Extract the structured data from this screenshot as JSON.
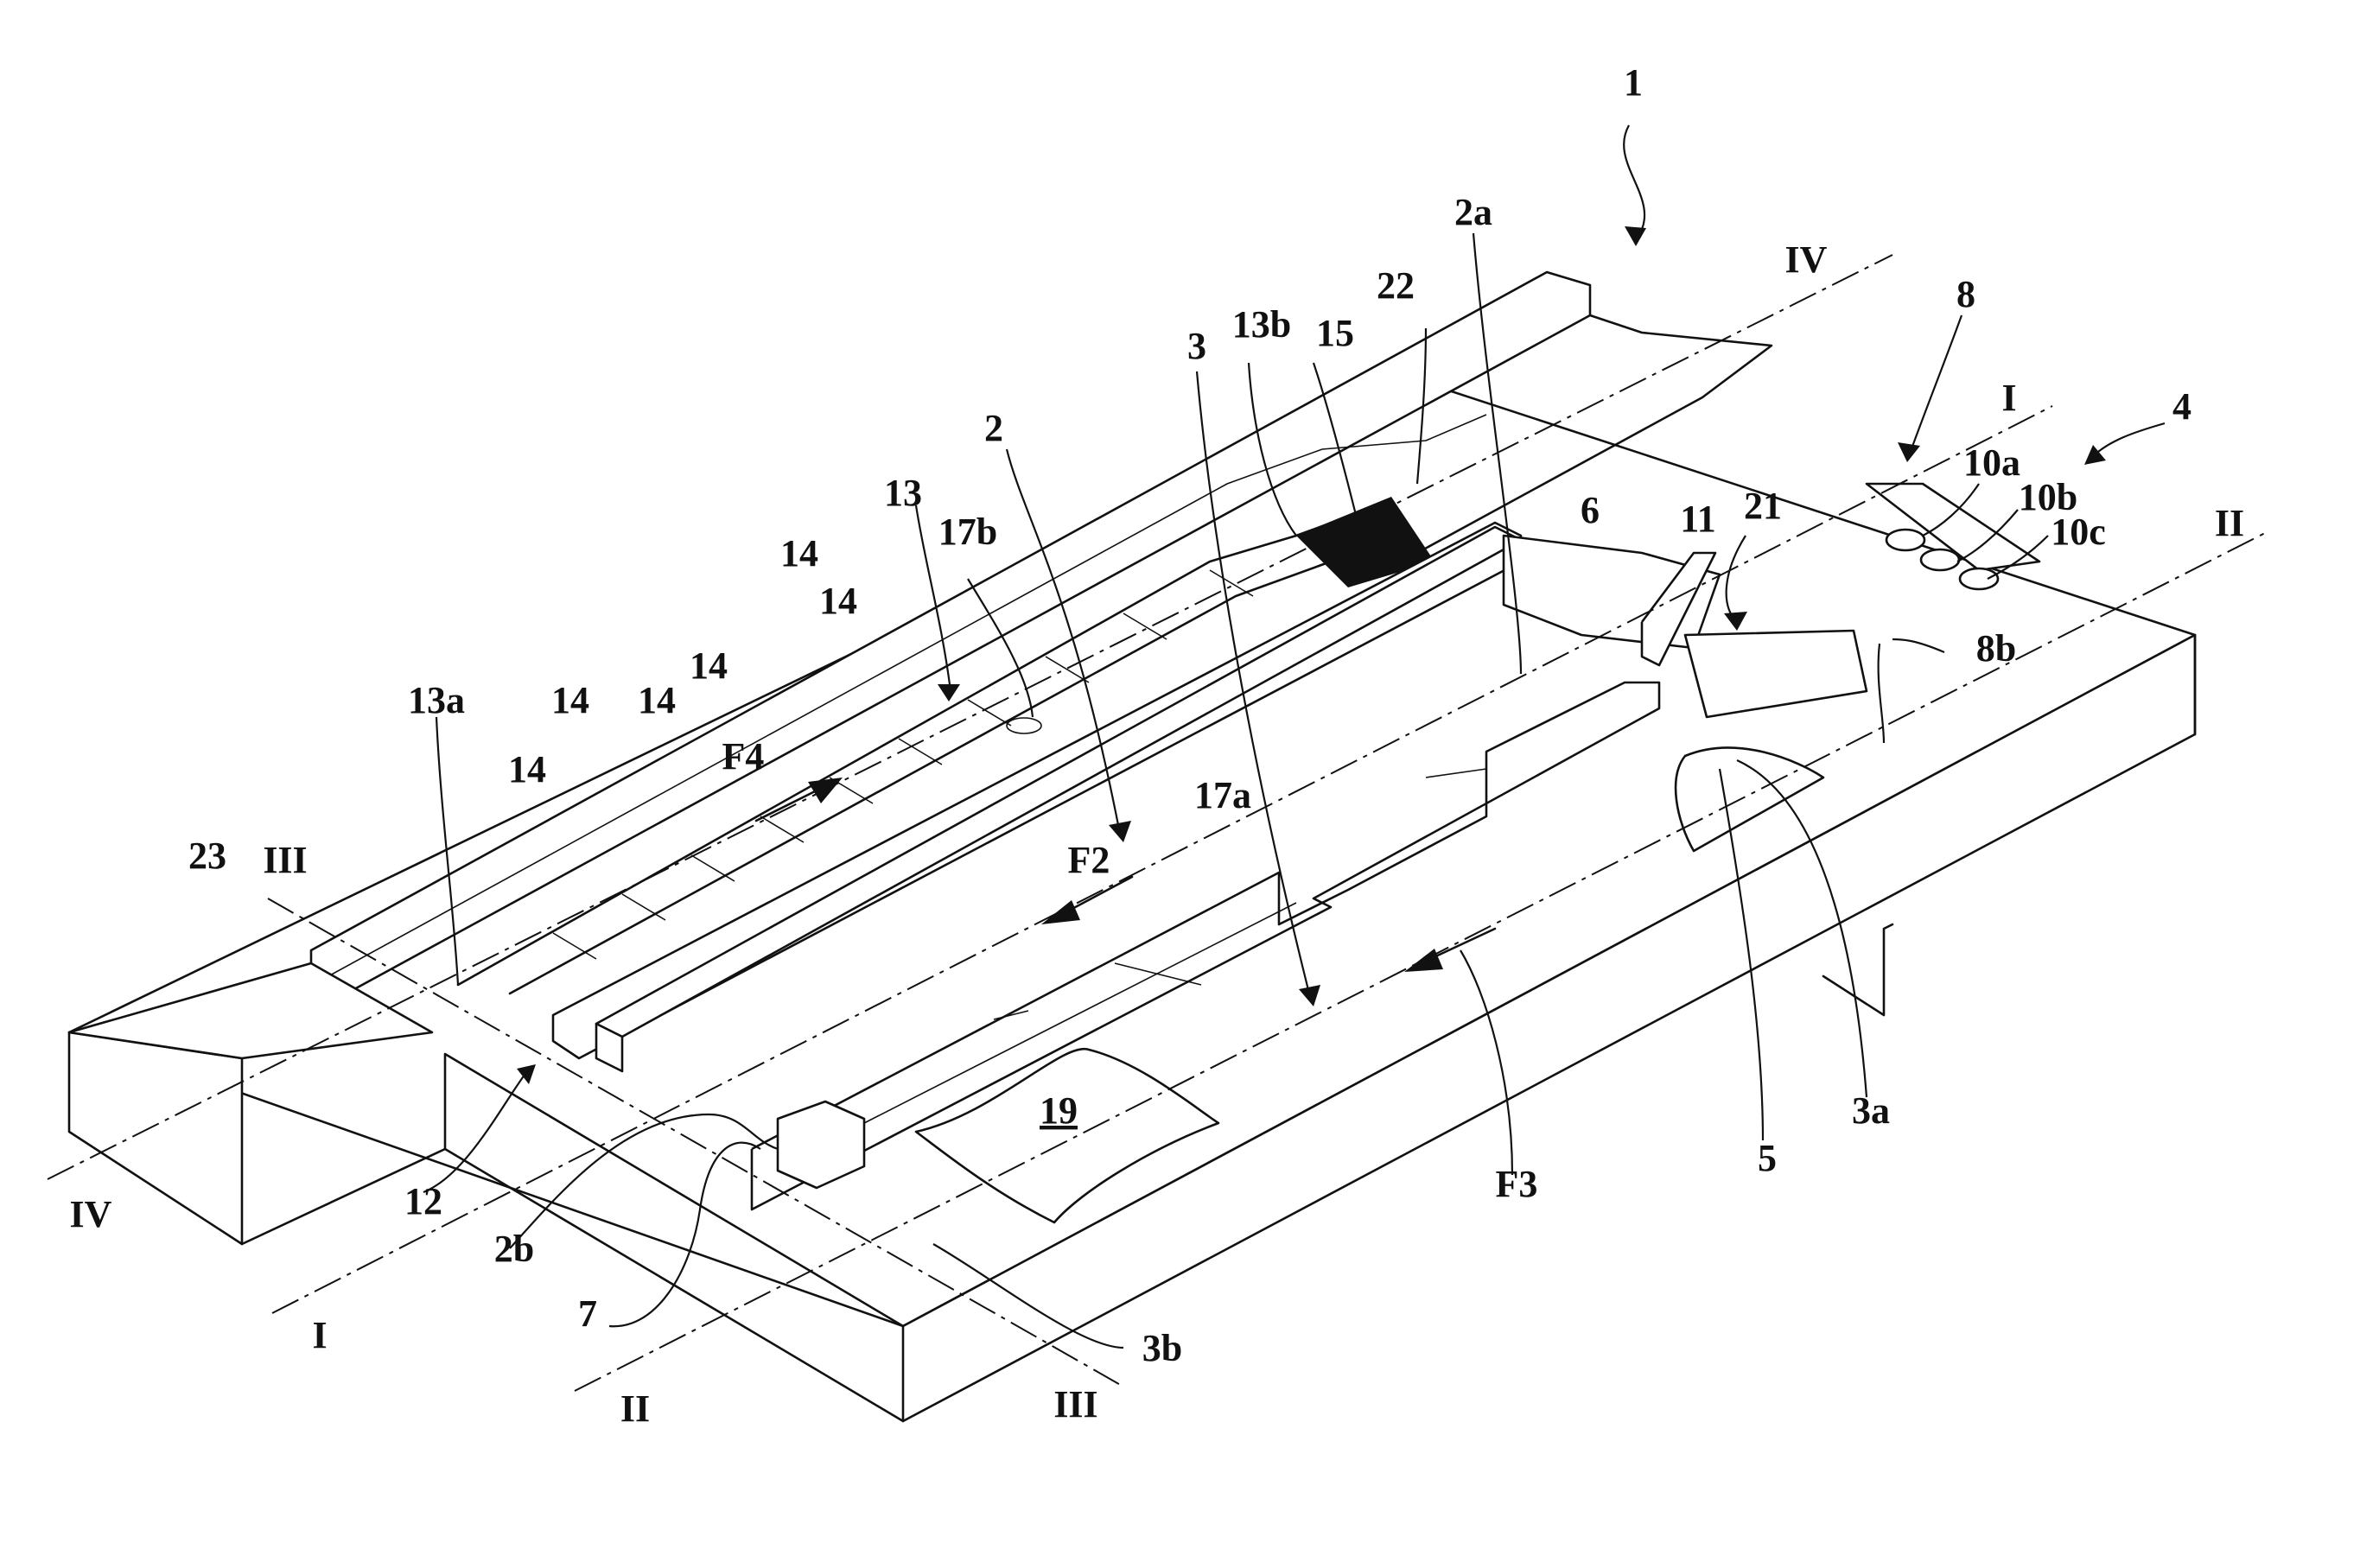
{
  "figure": {
    "labels": {
      "l1": "1",
      "l2": "2",
      "l2a": "2a",
      "l2b": "2b",
      "l3": "3",
      "l3a": "3a",
      "l3b": "3b",
      "l4": "4",
      "l5": "5",
      "l6": "6",
      "l7": "7",
      "l8": "8",
      "l8b": "8b",
      "l10a": "10a",
      "l10b": "10b",
      "l10c": "10c",
      "l11": "11",
      "l12": "12",
      "l13": "13",
      "l13a": "13a",
      "l13b": "13b",
      "l14": "14",
      "l15": "15",
      "l17a": "17a",
      "l17b": "17b",
      "l19": "19",
      "l21": "21",
      "l22": "22",
      "l23": "23",
      "lF2": "F2",
      "lF3": "F3",
      "lF4": "F4",
      "secI": "I",
      "secII": "II",
      "secIII": "III",
      "secIV": "IV"
    },
    "ink_color": "#111111",
    "background": "#ffffff"
  }
}
